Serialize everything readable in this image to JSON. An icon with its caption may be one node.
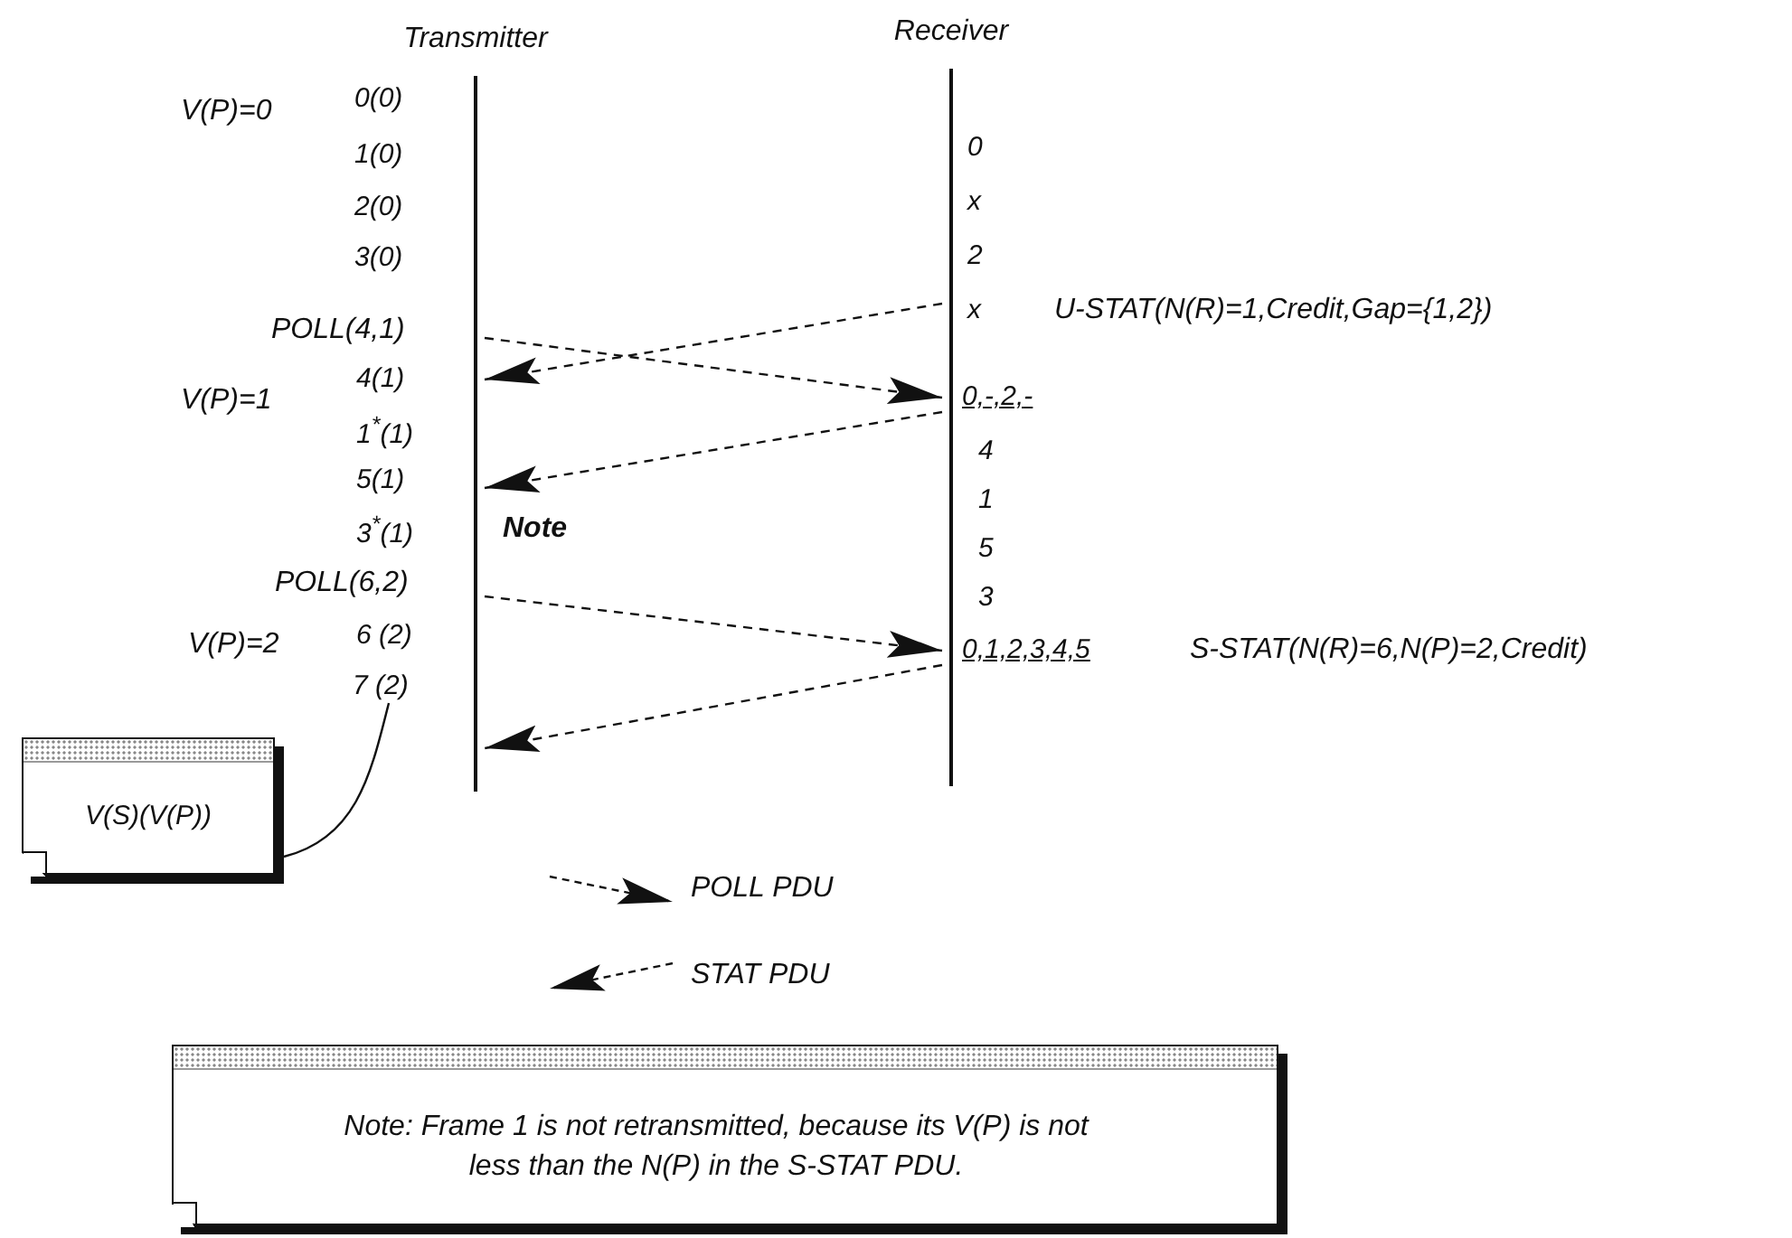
{
  "diagram": {
    "nodes": [
      {
        "text": [
          "Transmitter"
        ]
      },
      {
        "text": [
          "Receiver"
        ]
      },
      {
        "text": [
          "V(S)(V(P))"
        ]
      },
      {
        "text": [
          "7 (2)"
        ]
      },
      {
        "text": [
          "Note: Frame 1 is not retransmitted, because its V(P) is not less than the N(P) in the S-STAT PDU."
        ]
      }
    ],
    "edges": [
      {
        "from": 0,
        "to": 1,
        "arrow": "to",
        "style": "dashed"
      },
      {
        "from": 1,
        "to": 0,
        "arrow": "to",
        "style": "dashed"
      },
      {
        "from": 1,
        "to": 0,
        "arrow": "to",
        "style": "dashed"
      },
      {
        "from": 0,
        "to": 1,
        "arrow": "to",
        "style": "dashed"
      },
      {
        "from": 1,
        "to": 0,
        "arrow": "to",
        "style": "dashed"
      },
      {
        "from": 2,
        "to": 3,
        "arrow": "none"
      }
    ],
    "labels": [
      "V(P)=0",
      "0(0)",
      "0",
      "1(0)",
      "x",
      "2(0)",
      "2",
      "3(0)",
      "x",
      "U-STAT(N(R)=1,Credit,Gap={1,2})",
      "POLL(4,1)",
      "4(1)",
      "V(P)=1",
      "0,-,2,-",
      "1$^{*}$(1)",
      "4",
      "5(1)",
      "1",
      "3$^{*}$(1)",
      "Note",
      "5",
      "POLL(6,2)",
      "3",
      "V(P)=2",
      "6 (2)",
      "0,1,2,3,4,5",
      "S-STAT(N(R)=6,N(P)=2,Credit)"
    ],
    "legend": [
      {
        "text": "POLL PDU"
      },
      {
        "text": "STAT PDU"
      }
    ]
  }
}
